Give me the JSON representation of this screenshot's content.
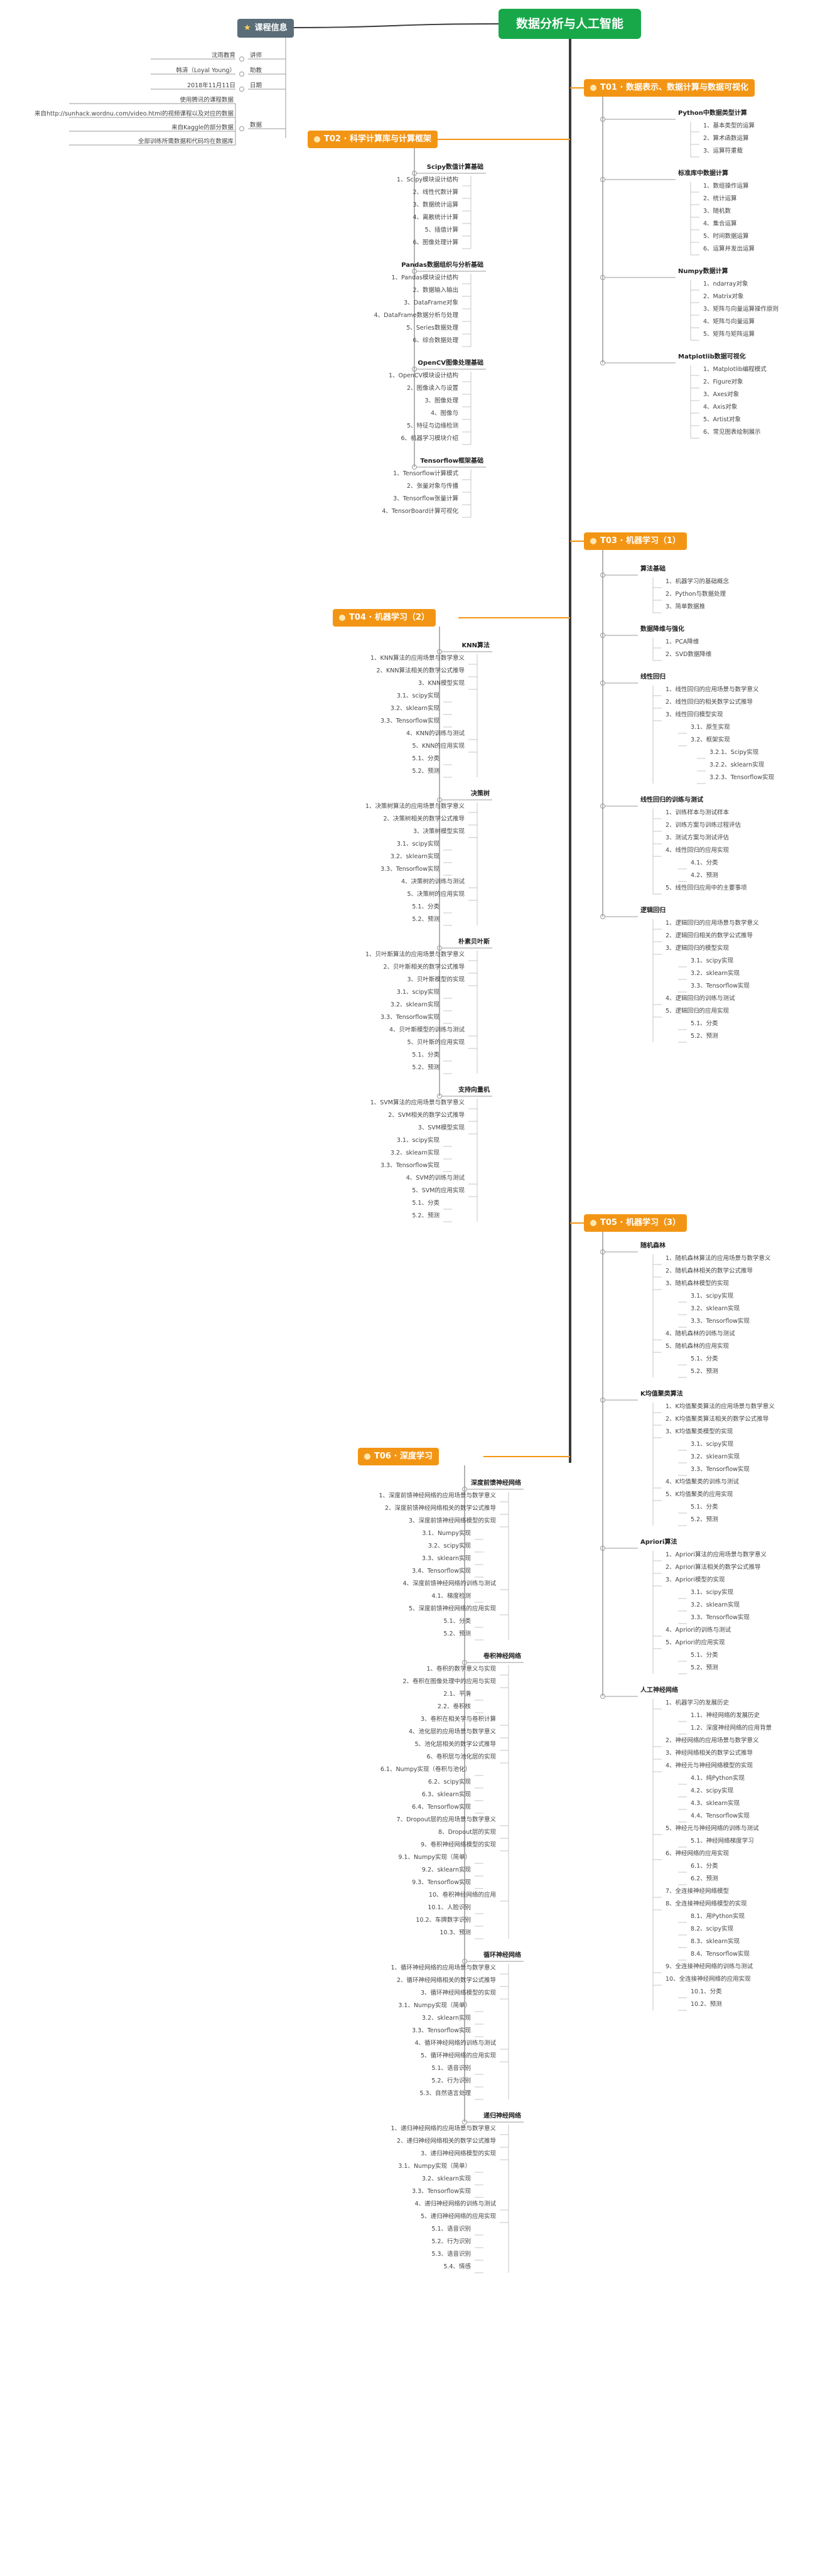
{
  "root": "数据分析与人工智能",
  "info": {
    "title": "课程信息",
    "items": [
      {
        "label": "讲师",
        "value": "沈雨教育"
      },
      {
        "label": "助教",
        "value": "韩清（Loyal Young）"
      },
      {
        "label": "日期",
        "value": "2018年11月11日"
      },
      {
        "label": "数据",
        "values": [
          "使用腾讯的课程数据",
          "来自http://sunhack.wordnu.com/video.html的视频课程以及对应的数据",
          "来自Kaggle的部分数据",
          "全部训练所需数据和代码均在数据库"
        ]
      }
    ]
  },
  "topics": {
    "t01": {
      "title": "T01 · 数据表示、数据计算与数据可视化",
      "groups": [
        {
          "title": "Python中数据类型计算",
          "items": [
            "1、基本类型的运算",
            "2、算术函数运算",
            "3、运算符重载"
          ]
        },
        {
          "title": "标准库中数据计算",
          "items": [
            "1、数组操作运算",
            "2、统计运算",
            "3、随机数",
            "4、集合运算",
            "5、时间数据运算",
            "6、运算并发出运算"
          ]
        },
        {
          "title": "Numpy数据计算",
          "items": [
            "1、ndarray对象",
            "2、Matrix对象",
            "3、矩阵与向量运算操作原则",
            "4、矩阵与向量运算",
            "5、矩阵与矩阵运算"
          ]
        },
        {
          "title": "Matplotlib数据可视化",
          "items": [
            "1、Matplotlib编程模式",
            "2、Figure对象",
            "3、Axes对象",
            "4、Axis对象",
            "5、Artist对象",
            "6、常见图表绘制展示"
          ]
        }
      ]
    },
    "t02": {
      "title": "T02 · 科学计算库与计算框架",
      "groups": [
        {
          "title": "Scipy数值计算基础",
          "items": [
            "1、Scipy模块设计结构",
            "2、线性代数计算",
            "3、数据统计运算",
            "4、离散统计计算",
            "5、插值计算",
            "6、图像处理计算"
          ]
        },
        {
          "title": "Pandas数据组织与分析基础",
          "items": [
            "1、Pandas模块设计结构",
            "2、数据输入输出",
            "3、DataFrame对象",
            "4、DataFrame数据分析与处理",
            "5、Series数据处理",
            "6、综合数据处理"
          ]
        },
        {
          "title": "OpenCV图像处理基础",
          "items": [
            "1、OpenCV模块设计结构",
            "2、图像读入与设置",
            "3、图像处理",
            "4、图像与",
            "5、特征与边缘检测",
            "6、机器学习模块介绍"
          ]
        },
        {
          "title": "Tensorflow框架基础",
          "items": [
            "1、Tensorflow计算模式",
            "2、张量对象与传播",
            "3、Tensorflow张量计算",
            "4、TensorBoard计算可视化"
          ]
        }
      ]
    },
    "t03": {
      "title": "T03 · 机器学习（1）",
      "groups": [
        {
          "title": "算法基础",
          "items": [
            "1、机器学习的基础概念",
            "2、Python与数据处理",
            "3、简单数据推"
          ]
        },
        {
          "title": "数据降维与强化",
          "items": [
            "1、PCA降维",
            "2、SVD数据降维"
          ]
        },
        {
          "title": "线性回归",
          "items": [
            "1、线性回归的应用场景与数学意义",
            "2、线性回归的相关数学公式推导",
            "3、线性回归模型实现",
            "3.1、原生实现",
            "3.2、框架实现",
            "3.2.1、Scipy实现",
            "3.2.2、sklearn实现",
            "3.2.3、Tensorflow实现"
          ]
        },
        {
          "title": "线性回归的训练与测试",
          "items": [
            "1、训练样本与测试样本",
            "2、训练方案与训练过程评估",
            "3、测试方案与测试评估",
            "4、线性回归的应用实现",
            "4.1、分类",
            "4.2、预测",
            "5、线性回归应用中的主要事项"
          ]
        },
        {
          "title": "逻辑回归",
          "items": [
            "1、逻辑回归的应用场景与数学意义",
            "2、逻辑回归相关的数学公式推导",
            "3、逻辑回归的模型实现",
            "3.1、scipy实现",
            "3.2、sklearn实现",
            "3.3、Tensorflow实现",
            "4、逻辑回归的训练与测试",
            "5、逻辑回归的应用实现",
            "5.1、分类",
            "5.2、预测"
          ]
        }
      ]
    },
    "t04": {
      "title": "T04 · 机器学习（2）",
      "groups": [
        {
          "title": "KNN算法",
          "items": [
            "1、KNN算法的应用场景与数学意义",
            "2、KNN算法相关的数学公式推导",
            "3、KNN模型实现",
            "3.1、scipy实现",
            "3.2、sklearn实现",
            "3.3、Tensorflow实现",
            "4、KNN的训练与测试",
            "5、KNN的应用实现",
            "5.1、分类",
            "5.2、预测"
          ]
        },
        {
          "title": "决策树",
          "items": [
            "1、决策树算法的应用场景与数学意义",
            "2、决策树相关的数学公式推导",
            "3、决策树模型实现",
            "3.1、scipy实现",
            "3.2、sklearn实现",
            "3.3、Tensorflow实现",
            "4、决策树的训练与测试",
            "5、决策树的应用实现",
            "5.1、分类",
            "5.2、预测"
          ]
        },
        {
          "title": "朴素贝叶斯",
          "items": [
            "1、贝叶斯算法的应用场景与数学意义",
            "2、贝叶斯相关的数学公式推导",
            "3、贝叶斯模型的实现",
            "3.1、scipy实现",
            "3.2、sklearn实现",
            "3.3、Tensorflow实现",
            "4、贝叶斯模型的训练与测试",
            "5、贝叶斯的应用实现",
            "5.1、分类",
            "5.2、预测"
          ]
        },
        {
          "title": "支持向量机",
          "items": [
            "1、SVM算法的应用场景与数学意义",
            "2、SVM相关的数学公式推导",
            "3、SVM模型实现",
            "3.1、scipy实现",
            "3.2、sklearn实现",
            "3.3、Tensorflow实现",
            "4、SVM的训练与测试",
            "5、SVM的应用实现",
            "5.1、分类",
            "5.2、预测"
          ]
        }
      ]
    },
    "t05": {
      "title": "T05 · 机器学习（3）",
      "groups": [
        {
          "title": "随机森林",
          "items": [
            "1、随机森林算法的应用场景与数学意义",
            "2、随机森林相关的数学公式推导",
            "3、随机森林模型的实现",
            "3.1、scipy实现",
            "3.2、sklearn实现",
            "3.3、Tensorflow实现",
            "4、随机森林的训练与测试",
            "5、随机森林的应用实现",
            "5.1、分类",
            "5.2、预测"
          ]
        },
        {
          "title": "K均值聚类算法",
          "items": [
            "1、K均值聚类算法的应用场景与数学意义",
            "2、K均值聚类算法相关的数学公式推导",
            "3、K均值聚类模型的实现",
            "3.1、scipy实现",
            "3.2、sklearn实现",
            "3.3、Tensorflow实现",
            "4、K均值聚类的训练与测试",
            "5、K均值聚类的应用实现",
            "5.1、分类",
            "5.2、预测"
          ]
        },
        {
          "title": "Apriori算法",
          "items": [
            "1、Apriori算法的应用场景与数学意义",
            "2、Apriori算法相关的数学公式推导",
            "3、Apriori模型的实现",
            "3.1、scipy实现",
            "3.2、sklearn实现",
            "3.3、Tensorflow实现",
            "4、Apriori的训练与测试",
            "5、Apriori的应用实现",
            "5.1、分类",
            "5.2、预测"
          ]
        },
        {
          "title": "人工神经网络",
          "items": [
            "1、机器学习的发展历史",
            "1.1、神经网络的发展历史",
            "1.2、深度神经网络的应用背景",
            "2、神经网络的应用场景与数学意义",
            "3、神经网络相关的数学公式推导",
            "4、神经元与神经网络模型的实现",
            "4.1、纯Python实现",
            "4.2、scipy实现",
            "4.3、sklearn实现",
            "4.4、Tensorflow实现",
            "5、神经元与神经网络的训练与测试",
            "5.1、神经网络梯度学习",
            "6、神经网络的应用实现",
            "6.1、分类",
            "6.2、预测",
            "7、全连接神经网络模型",
            "8、全连接神经网络模型的实现",
            "8.1、用Python实现",
            "8.2、scipy实现",
            "8.3、sklearn实现",
            "8.4、Tensorflow实现",
            "9、全连接神经网络的训练与测试",
            "10、全连接神经网络的应用实现",
            "10.1、分类",
            "10.2、预测"
          ]
        }
      ]
    },
    "t06": {
      "title": "T06 · 深度学习",
      "groups": [
        {
          "title": "深度前馈神经网络",
          "items": [
            "1、深度前馈神经网络的应用场景与数学意义",
            "2、深度前馈神经网络相关的数学公式推导",
            "3、深度前馈神经网络模型的实现",
            "3.1、Numpy实现",
            "3.2、scipy实现",
            "3.3、sklearn实现",
            "3.4、Tensorflow实现",
            "4、深度前馈神经网络的训练与测试",
            "4.1、梯度检测",
            "5、深度前馈神经网络的应用实现",
            "5.1、分类",
            "5.2、预测"
          ]
        },
        {
          "title": "卷积神经网络",
          "items": [
            "1、卷积的数学意义与实现",
            "2、卷积在图像处理中的应用与实现",
            "2.1、平滑",
            "2.2、卷积核",
            "3、卷积在相关学与卷积计算",
            "4、池化层的应用场景与数学意义",
            "5、池化层相关的数学公式推导",
            "6、卷积层与池化层的实现",
            "6.1、Numpy实现（卷积与池化）",
            "6.2、scipy实现",
            "6.3、sklearn实现",
            "6.4、Tensorflow实现",
            "7、Dropout层的应用场景与数学意义",
            "8、Dropout层的实现",
            "9、卷积神经网络模型的实现",
            "9.1、Numpy实现（简单）",
            "9.2、sklearn实现",
            "9.3、Tensorflow实现",
            "10、卷积神经网络的应用",
            "10.1、人脸识别",
            "10.2、车牌数字识别",
            "10.3、预测"
          ]
        },
        {
          "title": "循环神经网络",
          "items": [
            "1、循环神经网络的应用场景与数学意义",
            "2、循环神经网络相关的数学公式推导",
            "3、循环神经网络模型的实现",
            "3.1、Numpy实现（简单）",
            "3.2、sklearn实现",
            "3.3、Tensorflow实现",
            "4、循环神经网络的训练与测试",
            "5、循环神经网络的应用实现",
            "5.1、语音识别",
            "5.2、行为识别",
            "5.3、自然语言处理"
          ]
        },
        {
          "title": "递归神经网络",
          "items": [
            "1、递归神经网络的应用场景与数学意义",
            "2、递归神经网络相关的数学公式推导",
            "3、递归神经网络模型的实现",
            "3.1、Numpy实现（简单）",
            "3.2、sklearn实现",
            "3.3、Tensorflow实现",
            "4、递归神经网络的训练与测试",
            "5、递归神经网络的应用实现",
            "5.1、语音识别",
            "5.2、行为识别",
            "5.3、语音识别",
            "5.4、情感"
          ]
        }
      ]
    }
  },
  "colors": {
    "accent": "#f39514",
    "root": "#18a84a",
    "info": "#5a6d78",
    "line": "#9a9a9a",
    "spine": "#3a3a3a"
  }
}
